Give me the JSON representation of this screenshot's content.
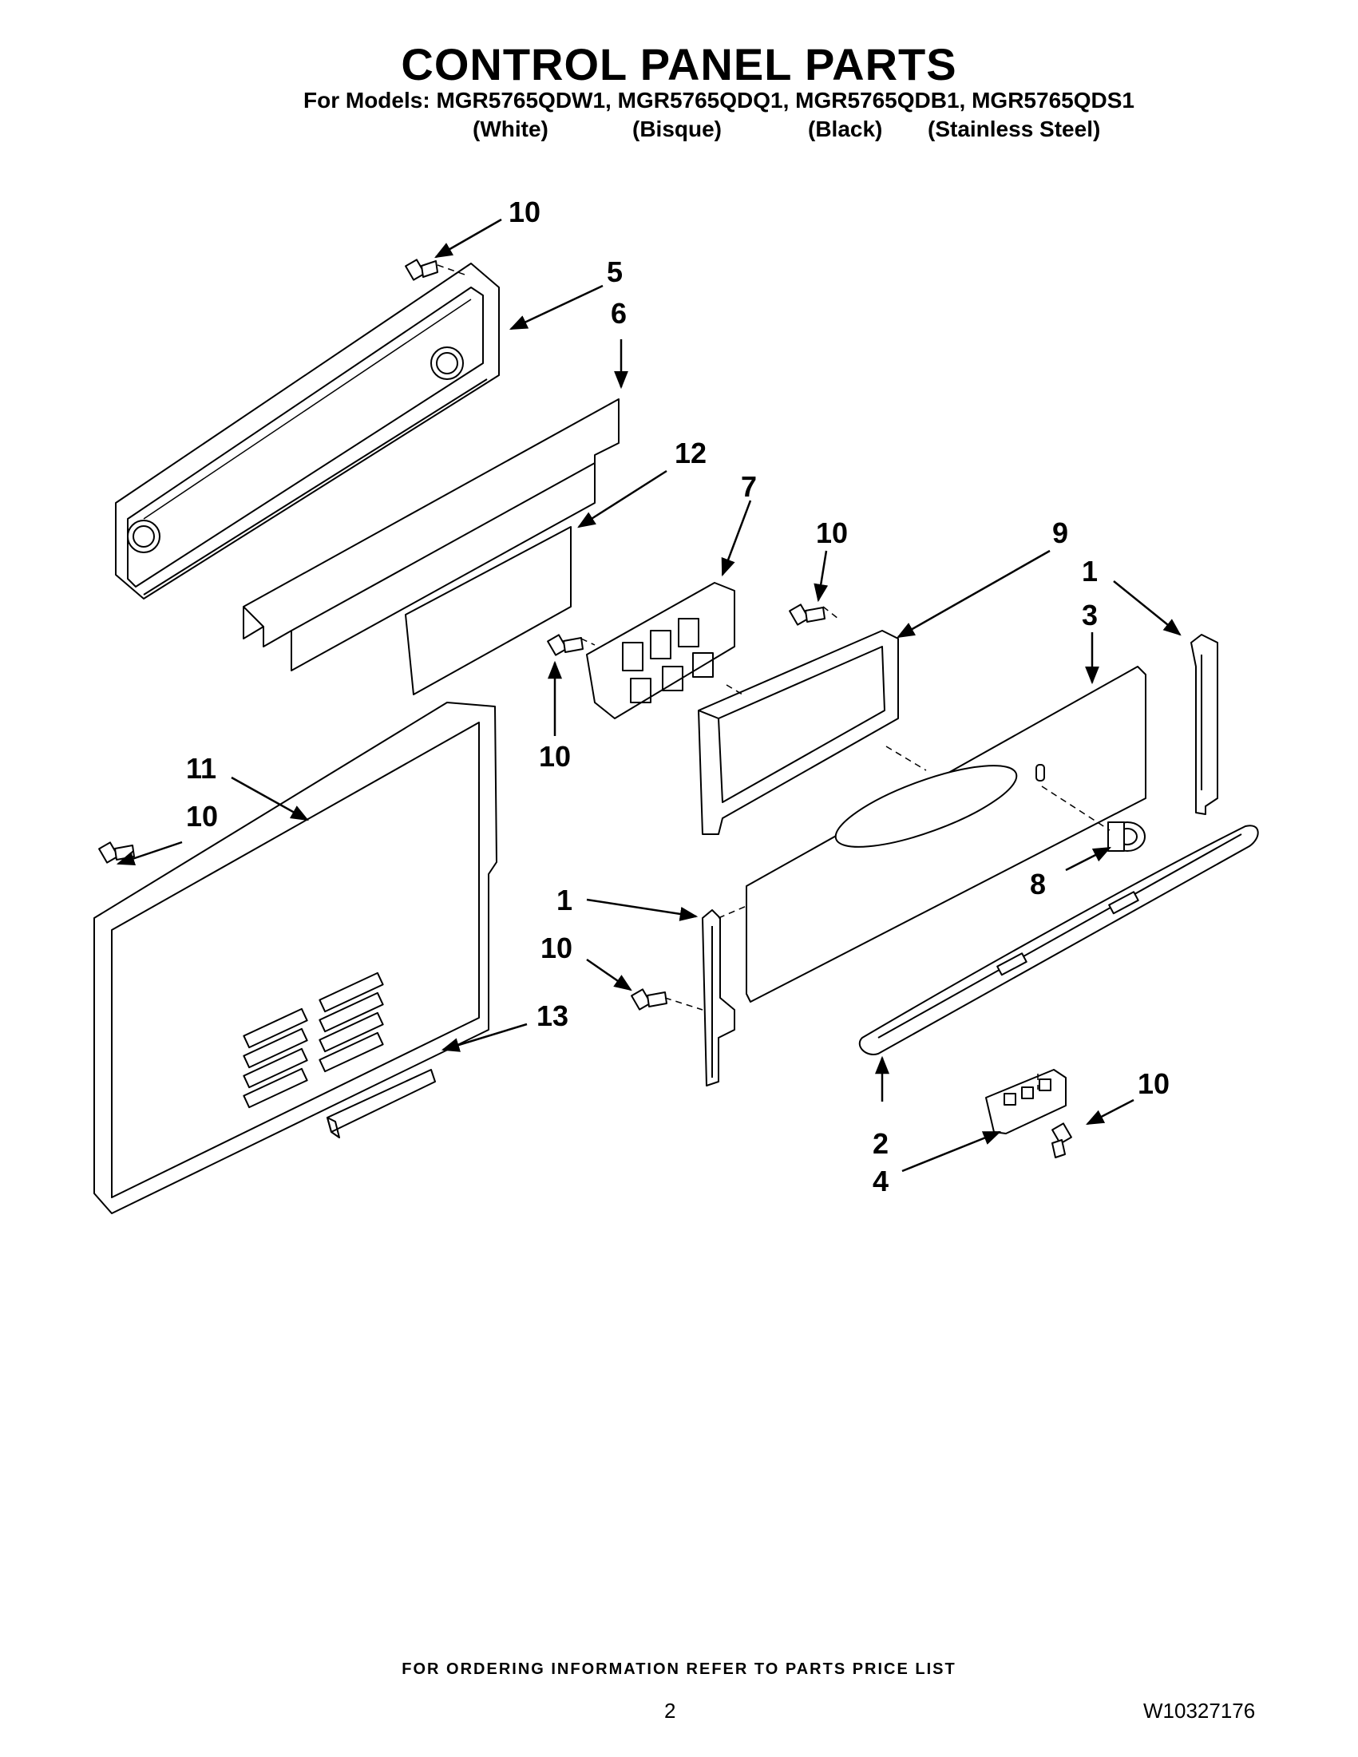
{
  "header": {
    "title": "CONTROL PANEL PARTS",
    "models_line": "For Models: MGR5765QDW1, MGR5765QDQ1, MGR5765QDB1, MGR5765QDS1",
    "finishes": [
      "(White)",
      "(Bisque)",
      "(Black)",
      "(Stainless Steel)"
    ]
  },
  "callouts": [
    "10",
    "5",
    "6",
    "12",
    "7",
    "10",
    "9",
    "1",
    "3",
    "10",
    "11",
    "10",
    "1",
    "10",
    "8",
    "13",
    "2",
    "4",
    "10"
  ],
  "footer": {
    "ordering_note": "FOR ORDERING INFORMATION REFER TO PARTS PRICE LIST",
    "page_number": "2",
    "document_number": "W10327176"
  }
}
